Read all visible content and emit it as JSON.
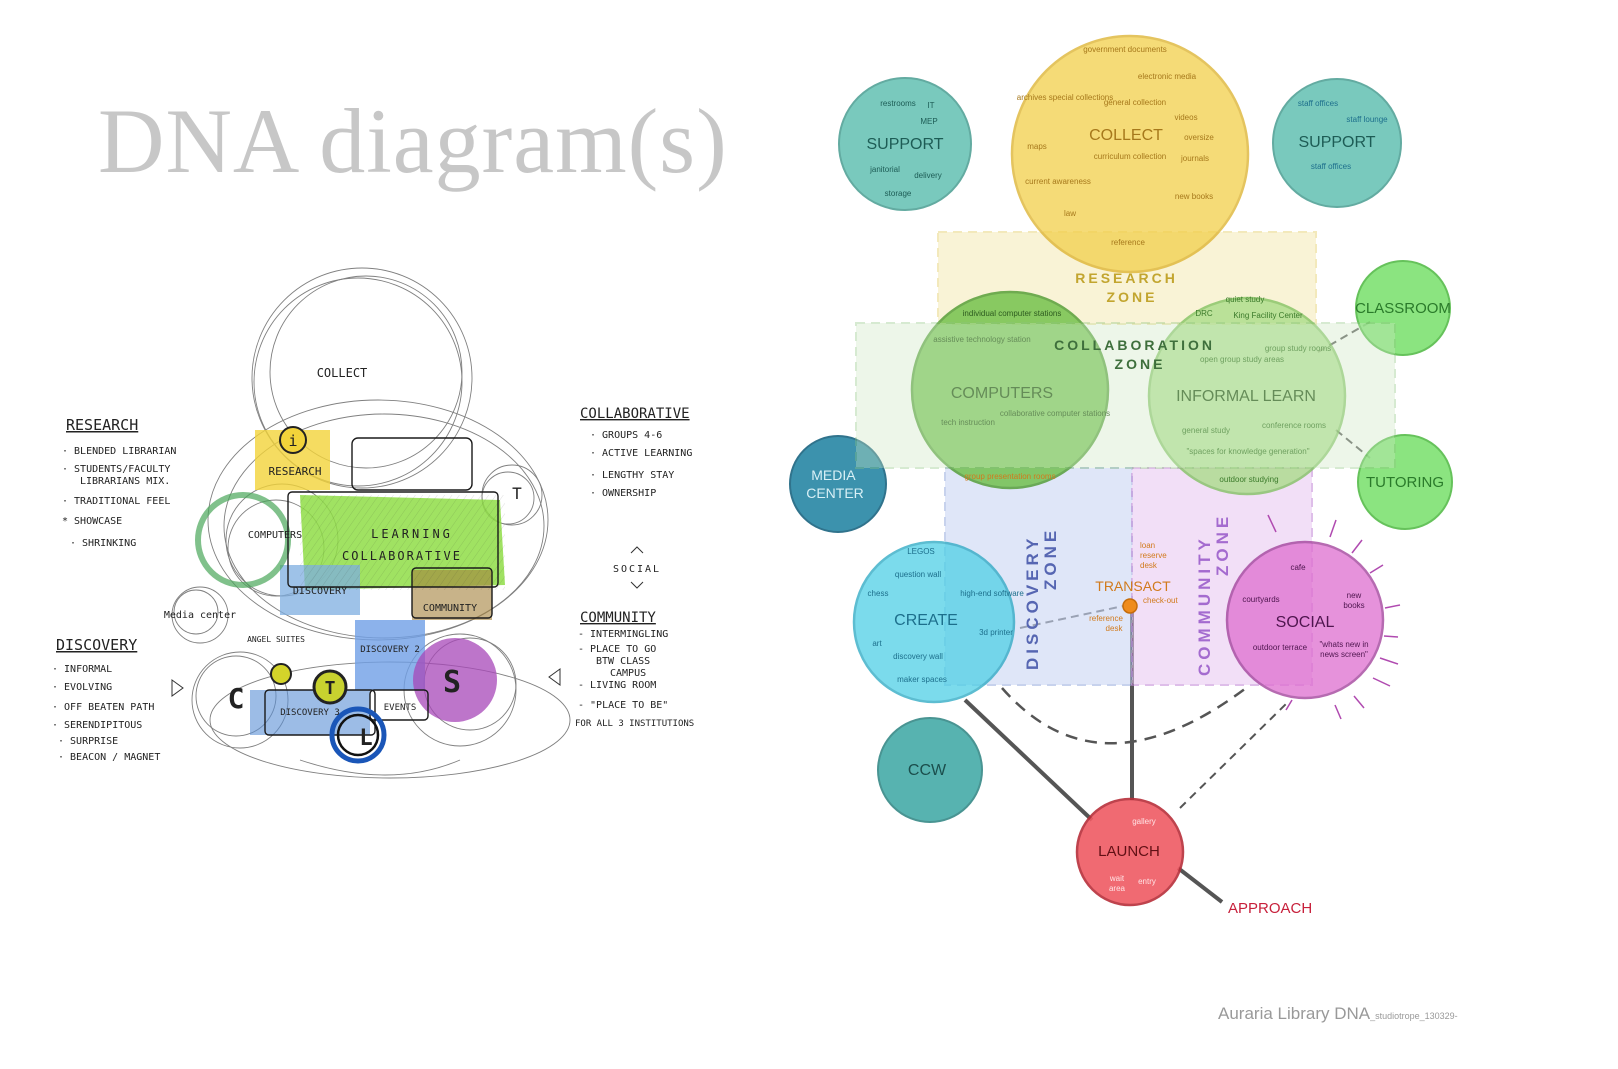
{
  "page": {
    "title": "DNA diagram(s)",
    "footer_main": "Auraria Library DNA",
    "footer_small": "_studiotrope_130329-"
  },
  "sketch": {
    "collect": "COLLECT",
    "research_label": "RESEARCH",
    "computers_label": "COMPUTERS",
    "learning_label": "LEARNING",
    "collaborative_label": "COLLABORATIVE",
    "discovery_label": "DISCOVERY",
    "community_label": "COMMUNITY",
    "discovery2_label": "DISCOVERY 2",
    "discovery3_label": "DISCOVERY 3",
    "media_center": "Media center",
    "angel_suites": "ANGEL SUITES",
    "events": "EVENTS",
    "social_word": "SOCIAL",
    "marker_i": "i",
    "marker_t": "T",
    "marker_c": "C",
    "marker_s": "S",
    "marker_l": "L",
    "research_notes": {
      "heading": "RESEARCH",
      "items": [
        "· BLENDED LIBRARIAN",
        "· STUDENTS/FACULTY",
        "LIBRARIANS MIX.",
        "· TRADITIONAL FEEL",
        "* SHOWCASE",
        "· SHRINKING"
      ]
    },
    "collaborative_notes": {
      "heading": "COLLABORATIVE",
      "items": [
        "· GROUPS 4-6",
        "· ACTIVE LEARNING",
        "· LENGTHY STAY",
        "· OWNERSHIP"
      ]
    },
    "discovery_notes": {
      "heading": "DISCOVERY",
      "items": [
        "· INFORMAL",
        "· EVOLVING",
        "· OFF BEATEN PATH",
        "· SERENDIPITOUS",
        "· SURPRISE",
        "· BEACON / MAGNET"
      ]
    },
    "community_notes": {
      "heading": "COMMUNITY",
      "items": [
        "- INTERMINGLING",
        "- PLACE TO GO",
        "BTW CLASS",
        "CAMPUS",
        "- LIVING ROOM",
        "- \"PLACE TO BE\"",
        "FOR ALL 3 INSTITUTIONS"
      ]
    }
  },
  "diagram": {
    "colors": {
      "support": "#4db8a8",
      "collect": "#f2cf4a",
      "computers": "#6cbf45",
      "informal": "#a6dc84",
      "classroom": "#77e06a",
      "media": "#2787a5",
      "create": "#4fd0e6",
      "social": "#de6ed0",
      "ccw": "#3aa6a3",
      "launch": "#ef5a63",
      "transact": "#ef8c1d"
    },
    "support_left": {
      "title": "SUPPORT",
      "items": [
        "restrooms",
        "IT",
        "MEP",
        "janitorial",
        "delivery",
        "storage"
      ]
    },
    "collect": {
      "title": "COLLECT",
      "items": [
        "government documents",
        "electronic media",
        "archives special collections",
        "general collection",
        "videos",
        "oversize",
        "maps",
        "curriculum collection",
        "journals",
        "current awareness",
        "new books",
        "law",
        "reference"
      ]
    },
    "support_right": {
      "title": "SUPPORT",
      "items": [
        "staff offices",
        "staff lounge",
        "staff offices"
      ]
    },
    "research_zone": "RESEARCH ZONE",
    "collaboration_zone": "COLLABORATION ZONE",
    "discovery_zone": "DISCOVERY ZONE",
    "community_zone": "COMMUNITY ZONE",
    "computers": {
      "title": "COMPUTERS",
      "items": [
        "individual computer stations",
        "assistive technology station",
        "tech instruction",
        "collaborative computer stations",
        "group presentation rooms"
      ]
    },
    "informal": {
      "title": "INFORMAL LEARN",
      "items": [
        "quiet study",
        "DRC",
        "King Facility Center",
        "open group study areas",
        "group study rooms",
        "general study",
        "conference rooms",
        "\"spaces for knowledge generation\"",
        "outdoor studying"
      ]
    },
    "classroom": {
      "title": "CLASSROOM"
    },
    "tutoring": {
      "title": "TUTORING"
    },
    "media_center": {
      "title": "MEDIA CENTER"
    },
    "create": {
      "title": "CREATE",
      "items": [
        "LEGOS",
        "question wall",
        "chess",
        "high-end software",
        "3d printer",
        "art",
        "discovery wall",
        "maker spaces"
      ]
    },
    "transact": {
      "title": "TRANSACT",
      "items": [
        "loan reserve desk",
        "check-out",
        "reference desk"
      ]
    },
    "social": {
      "title": "SOCIAL",
      "items": [
        "cafe",
        "courtyards",
        "new books",
        "outdoor terrace",
        "\"whats new in news screen\""
      ]
    },
    "ccw": {
      "title": "CCW"
    },
    "launch": {
      "title": "LAUNCH",
      "items": [
        "gallery",
        "wait area",
        "entry"
      ]
    },
    "approach": "APPROACH"
  }
}
